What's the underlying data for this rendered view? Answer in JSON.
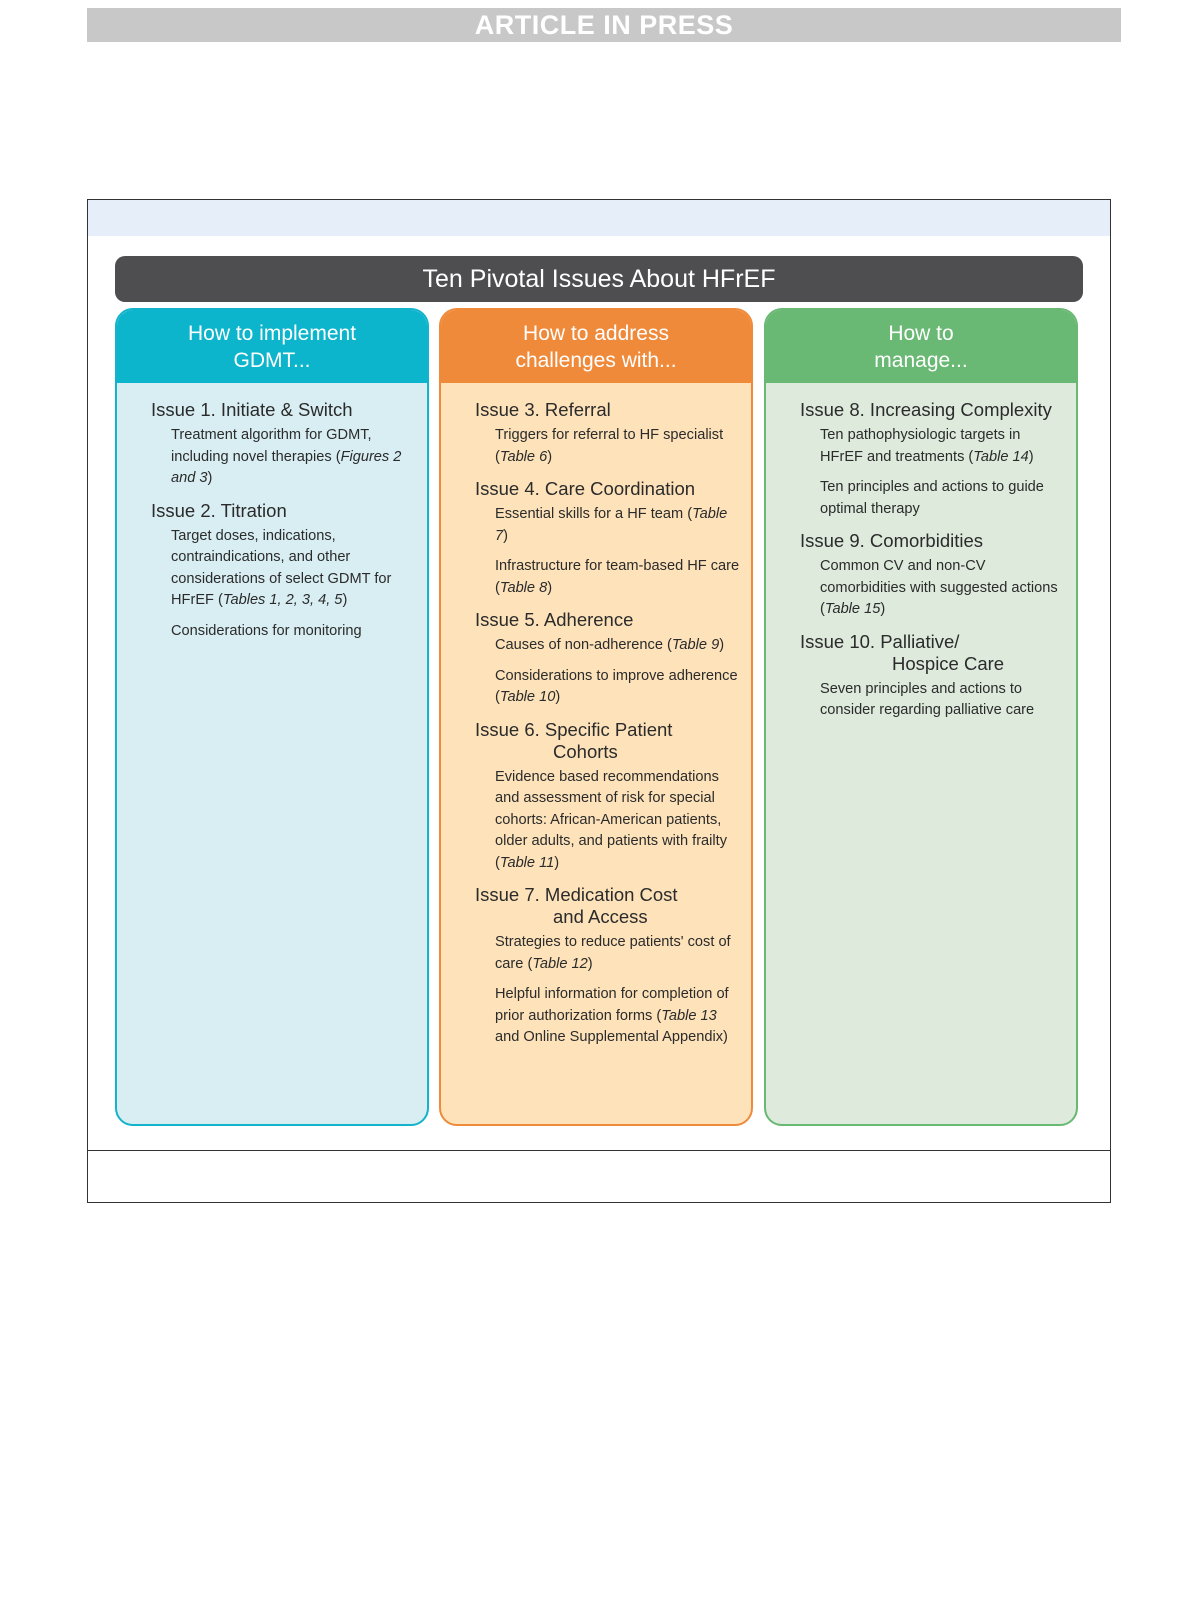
{
  "banner": "ARTICLE IN PRESS",
  "title": "Ten Pivotal Issues About HFrEF",
  "columns": [
    {
      "header_line1": "How to implement",
      "header_line2": "GDMT...",
      "issues": [
        {
          "title": "Issue 1. Initiate & Switch",
          "items": [
            {
              "pre": "Treatment algorithm for GDMT, including novel therapies (",
              "ref": "Figures 2 and 3",
              "post": ")"
            }
          ]
        },
        {
          "title": "Issue 2. Titration",
          "items": [
            {
              "pre": "Target doses, indications, contraindications, and other considerations of select GDMT for HFrEF (",
              "ref": "Tables 1, 2, 3, 4, 5",
              "post": ")"
            },
            {
              "pre": "Considerations for monitoring",
              "ref": "",
              "post": ""
            }
          ]
        }
      ]
    },
    {
      "header_line1": "How to address",
      "header_line2": "challenges with...",
      "issues": [
        {
          "title": "Issue 3. Referral",
          "items": [
            {
              "pre": "Triggers for referral to HF specialist (",
              "ref": "Table 6",
              "post": ")"
            }
          ]
        },
        {
          "title": "Issue 4. Care Coordination",
          "items": [
            {
              "pre": "Essential skills for a HF team (",
              "ref": "Table 7",
              "post": ")"
            },
            {
              "pre": "Infrastructure for team-based HF care (",
              "ref": "Table 8",
              "post": ")"
            }
          ]
        },
        {
          "title": "Issue 5. Adherence",
          "items": [
            {
              "pre": "Causes of non-adherence (",
              "ref": "Table 9",
              "post": ")"
            },
            {
              "pre": "Considerations to improve adherence (",
              "ref": "Table 10",
              "post": ")"
            }
          ]
        },
        {
          "title": "Issue 6. Specific Patient",
          "title_cont": "Cohorts",
          "items": [
            {
              "pre": "Evidence based recommendations and assessment of risk for special cohorts: African-American patients, older adults, and patients with frailty  (",
              "ref": "Table 11",
              "post": ")"
            }
          ]
        },
        {
          "title": "Issue 7. Medication Cost",
          "title_cont": "and Access",
          "items": [
            {
              "pre": "Strategies to reduce patients' cost of care (",
              "ref": "Table 12",
              "post": ")"
            },
            {
              "pre": "Helpful information for completion of prior authorization forms (",
              "ref": "Table 13",
              "post": " and Online Supplemental Appendix)"
            }
          ]
        }
      ]
    },
    {
      "header_line1": "How to",
      "header_line2": "manage...",
      "issues": [
        {
          "title": "Issue 8. Increasing Complexity",
          "items": [
            {
              "pre": "Ten pathophysiologic targets in HFrEF and treatments (",
              "ref": "Table 14",
              "post": ")"
            },
            {
              "pre": "Ten principles and actions to guide optimal therapy",
              "ref": "",
              "post": ""
            }
          ]
        },
        {
          "title": "Issue 9. Comorbidities",
          "items": [
            {
              "pre": "Common CV and non-CV comorbidities with suggested actions (",
              "ref": "Table 15",
              "post": ")"
            }
          ]
        },
        {
          "title": "Issue 10. Palliative/",
          "title_cont": "Hospice Care",
          "items": [
            {
              "pre": "Seven principles and actions to consider regarding palliative care",
              "ref": "",
              "post": ""
            }
          ]
        }
      ]
    }
  ]
}
